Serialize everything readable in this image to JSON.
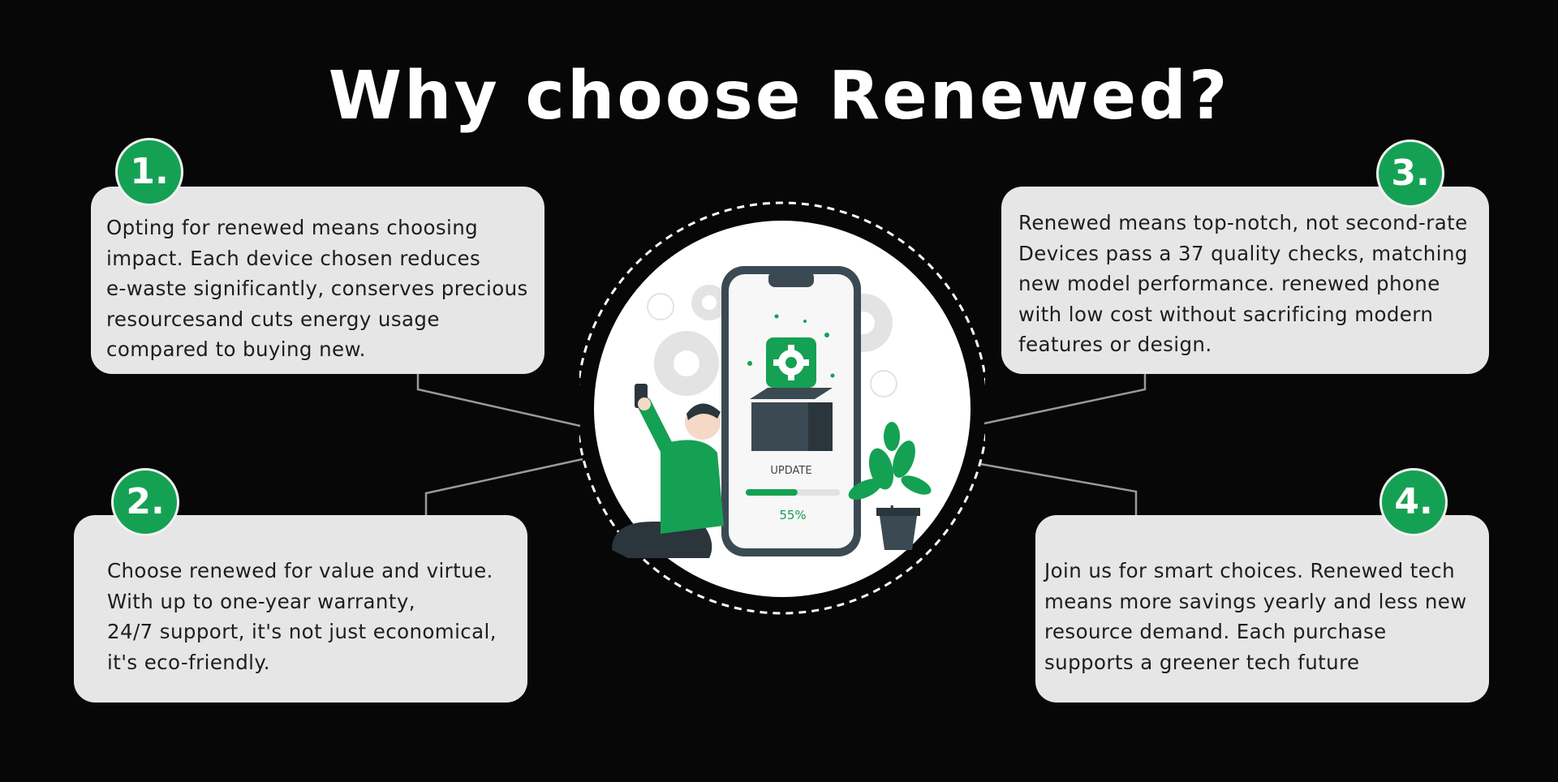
{
  "title": "Why choose Renewed?",
  "points": [
    {
      "number": "1.",
      "text": "Opting for renewed means choosing\nimpact. Each device chosen reduces\ne-waste significantly, conserves precious\nresourcesand cuts energy usage\ncompared to buying new."
    },
    {
      "number": "2.",
      "text": "Choose renewed for value and virtue.\nWith up to one-year warranty,\n24/7 support, it's not just economical,\nit's eco-friendly."
    },
    {
      "number": "3.",
      "text": "Renewed means top-notch, not second-rate\nDevices pass a 37 quality checks, matching\nnew model performance. renewed phone\nwith low cost without sacrificing modern\nfeatures or design."
    },
    {
      "number": "4.",
      "text": "Join us for smart choices. Renewed tech\nmeans more savings yearly and less new\nresource demand. Each purchase\nsupports a greener tech future"
    }
  ],
  "illustration": {
    "update_label": "UPDATE",
    "progress_label": "55%",
    "progress_value": 0.55
  },
  "colors": {
    "background": "#070707",
    "accent_green": "#15a153",
    "card": "#e6e6e6"
  }
}
